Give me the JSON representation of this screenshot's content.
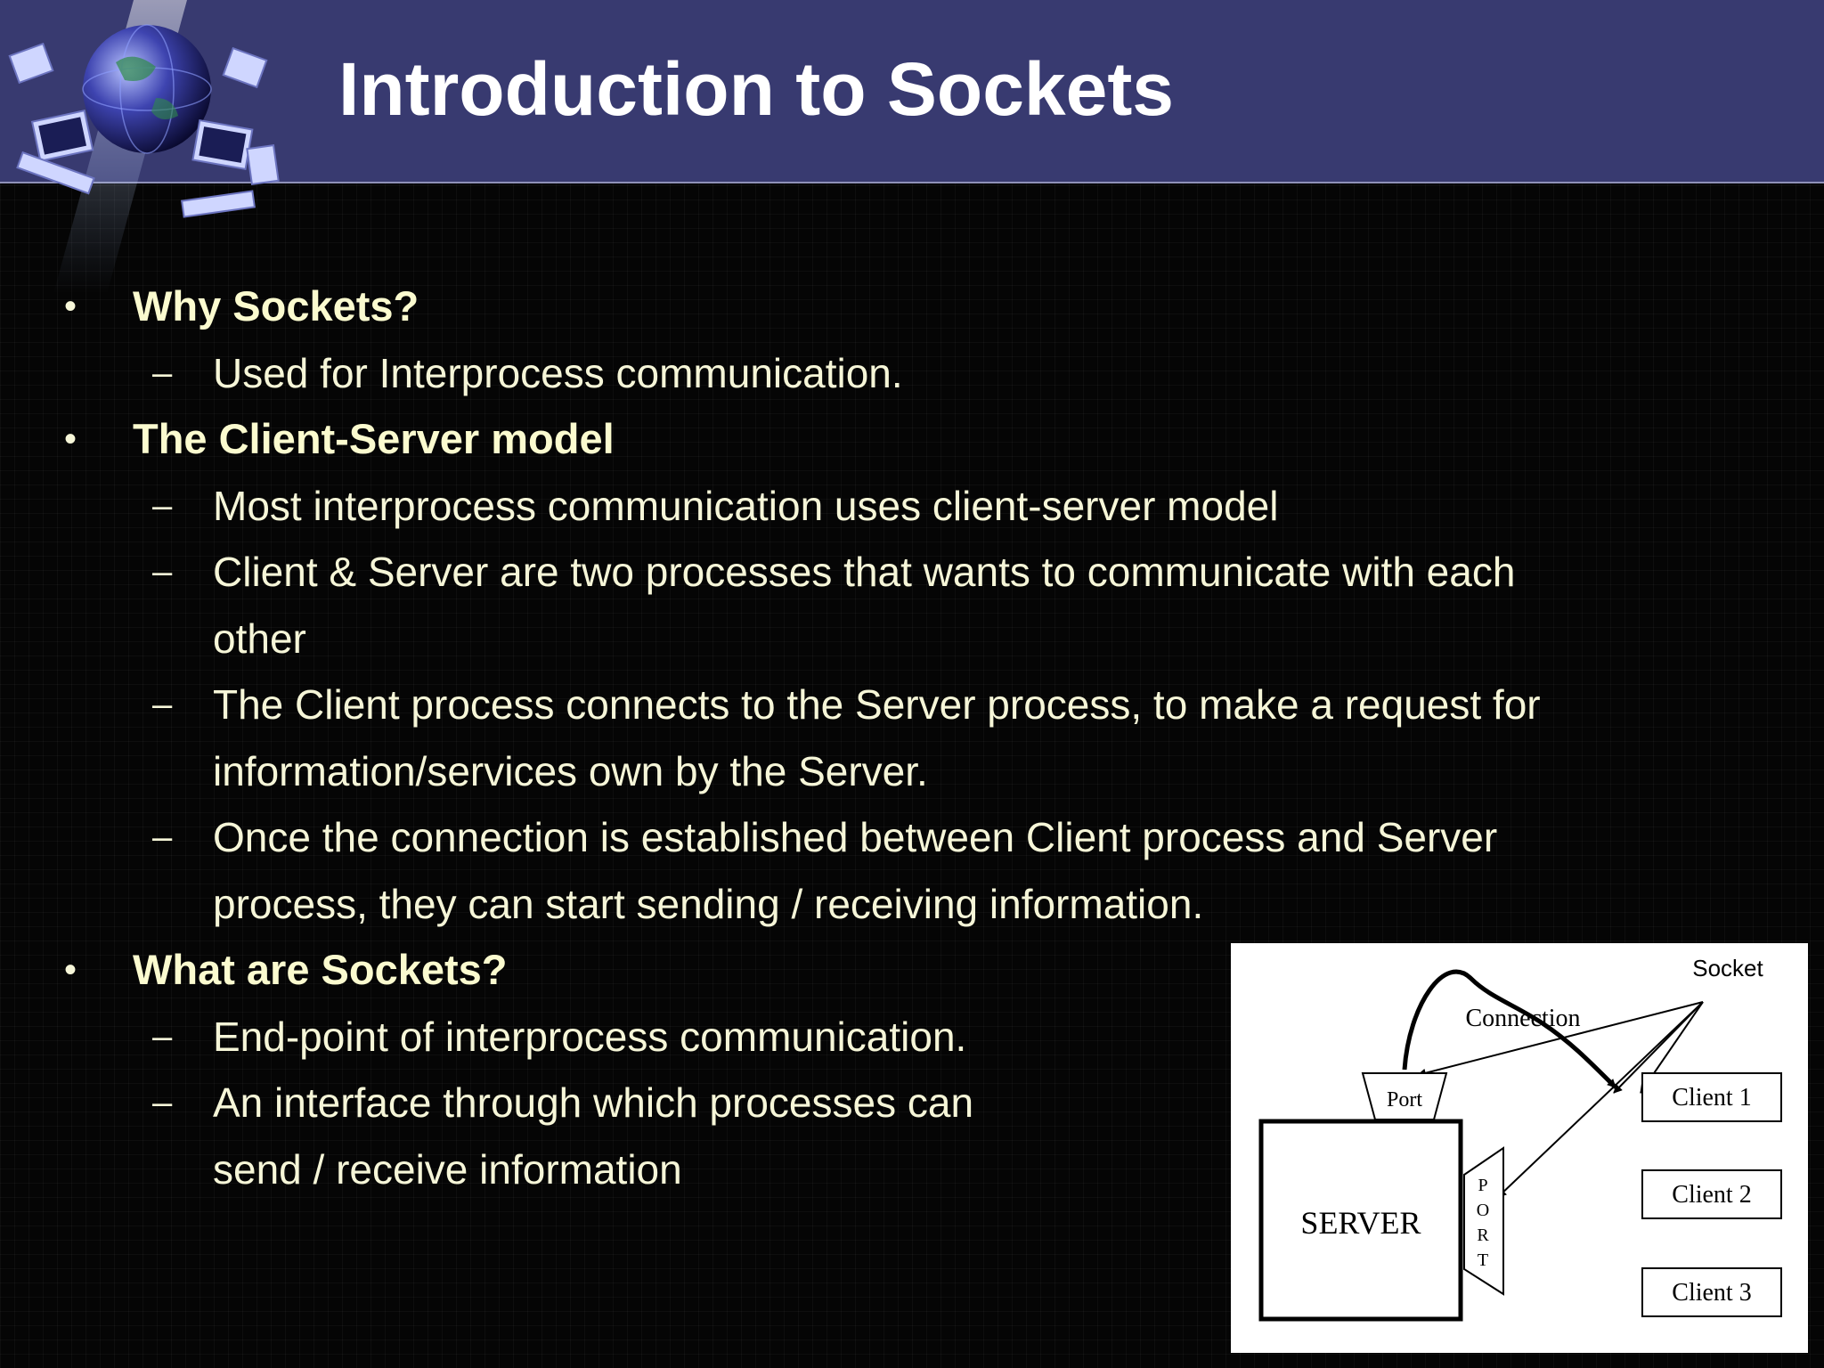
{
  "slide": {
    "title": "Introduction to Sockets",
    "bullet_glyph": "•",
    "dash_glyph": "–",
    "lines": [
      {
        "level": 1,
        "text": "Why Sockets?"
      },
      {
        "level": 2,
        "text": "Used for Interprocess communication."
      },
      {
        "level": 1,
        "text": "The Client-Server model"
      },
      {
        "level": 2,
        "text": "Most interprocess communication uses client-server model"
      },
      {
        "level": 2,
        "text": "Client & Server are two processes that wants to communicate with each"
      },
      {
        "level": 3,
        "text": "other"
      },
      {
        "level": 2,
        "text": "The Client process connects to the Server process, to make a request for"
      },
      {
        "level": 3,
        "text": "information/services own by the Server."
      },
      {
        "level": 2,
        "text": "Once the connection is established between Client process and Server"
      },
      {
        "level": 3,
        "text": "process, they can start sending / receiving information."
      },
      {
        "level": 1,
        "text": "What are Sockets?"
      },
      {
        "level": 2,
        "text": "End-point of interprocess communication."
      },
      {
        "level": 2,
        "text": "An interface through which processes can"
      },
      {
        "level": 3,
        "text": "send / receive information"
      }
    ]
  },
  "diagram": {
    "socket_label": "Socket",
    "connection_label": "Connection",
    "port_label": "Port",
    "port_vertical_letters": [
      "P",
      "O",
      "R",
      "T"
    ],
    "server_label": "SERVER",
    "clients": [
      "Client 1",
      "Client 2",
      "Client 3"
    ]
  },
  "logo": {
    "icon": "globe-network-computers-icon"
  },
  "colors": {
    "title_bar": "#383a70",
    "title_text": "#ffffff",
    "heading_text": "#fbfbcf",
    "body_text": "#f6f6d8",
    "background": "#050505"
  }
}
